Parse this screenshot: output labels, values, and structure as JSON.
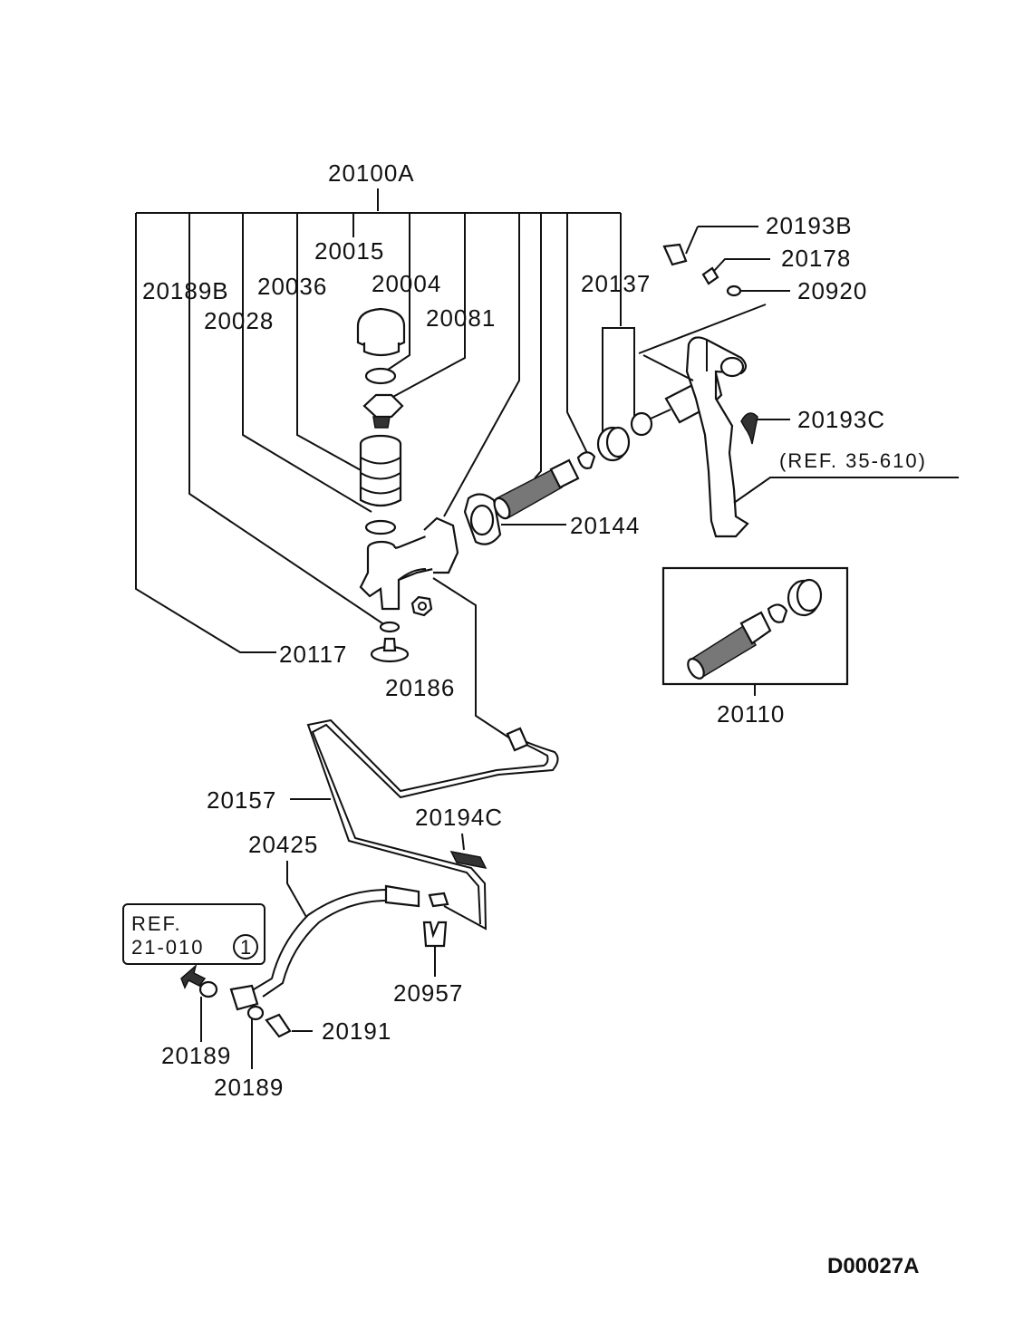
{
  "labels": {
    "assembly": "20100A",
    "p20015": "20015",
    "p20189B": "20189B",
    "p20036": "20036",
    "p20004": "20004",
    "p20028": "20028",
    "p20081": "20081",
    "p20137": "20137",
    "p20193B": "20193B",
    "p20178": "20178",
    "p20920": "20920",
    "p20193C": "20193C",
    "ref35": "(REF. 35-610)",
    "p20144": "20144",
    "p20117": "20117",
    "p20186": "20186",
    "p20110": "20110",
    "p20157": "20157",
    "p20194C": "20194C",
    "p20425": "20425",
    "ref21_line1": "REF.",
    "ref21_line2": "21-010",
    "ref21_circle": "1",
    "p20957": "20957",
    "p20191": "20191",
    "p20189a": "20189",
    "p20189b": "20189"
  },
  "diagram_code": "D00027A"
}
